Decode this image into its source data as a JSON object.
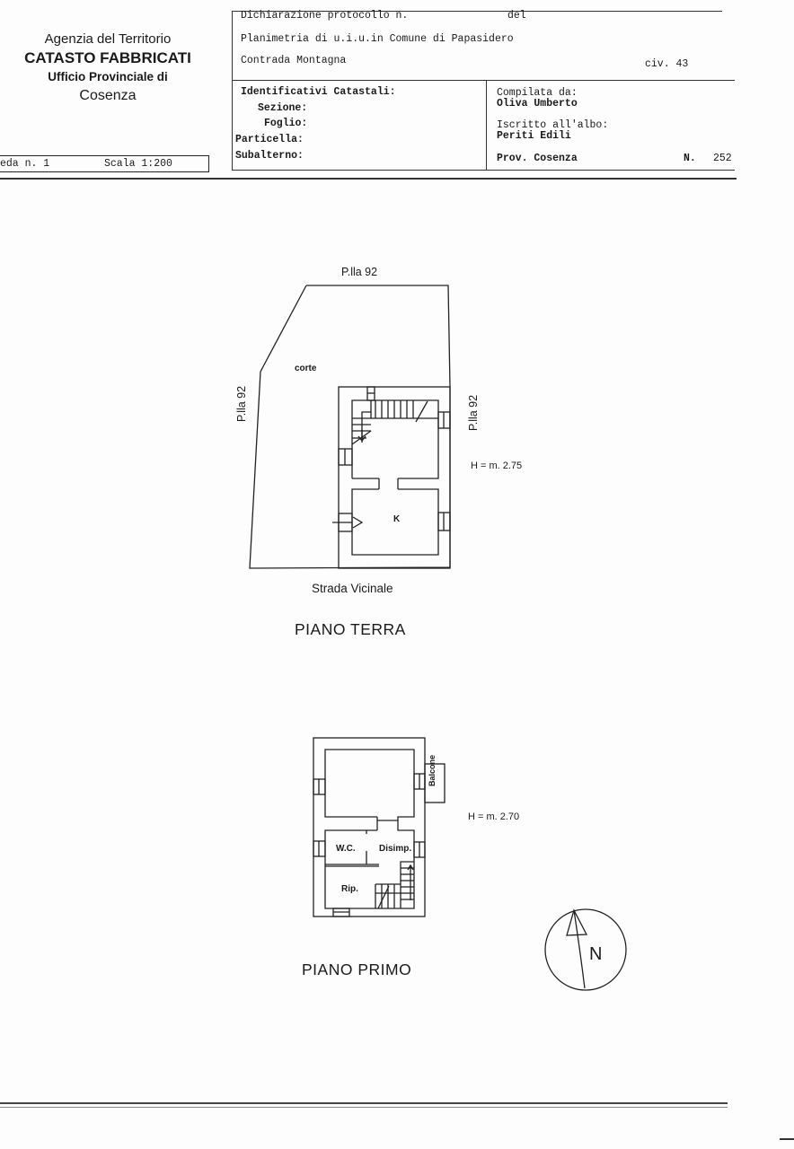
{
  "agency": {
    "line1": "Agenzia del Territorio",
    "line2": "CATASTO FABBRICATI",
    "line3": "Ufficio Provinciale di",
    "line4": "Cosenza"
  },
  "sheet": {
    "scheda": "eda n. 1",
    "scala": "Scala 1:200"
  },
  "header": {
    "dichiarazione": "Dichiarazione protocollo n.",
    "del": "del",
    "planimetria": "Planimetria di u.i.u.in Comune di Papasidero",
    "indirizzo": "Contrada Montagna",
    "civico": "civ. 43",
    "identificativi_title": "Identificativi Catastali:",
    "sezione_label": "Sezione:",
    "foglio_label": "Foglio:",
    "particella_label": "Particella:",
    "subalterno_label": "Subalterno:",
    "compilata_label": "Compilata da:",
    "compilata_value": "Oliva Umberto",
    "iscritto_label": "Iscritto all'albo:",
    "iscritto_value": "Periti Edili",
    "prov": "Prov. Cosenza",
    "n_label": "N.",
    "n_value": "252"
  },
  "ground_floor": {
    "title": "PIANO TERRA",
    "top_neighbor": "P.lla 92",
    "left_neighbor": "P.lla 92",
    "right_neighbor": "P.lla 92",
    "courtyard": "corte",
    "road": "Strada Vicinale",
    "kitchen": "K",
    "height": "H = m. 2.75"
  },
  "first_floor": {
    "title": "PIANO PRIMO",
    "balcony": "Balcone",
    "wc": "W.C.",
    "disimpegno": "Disimp.",
    "ripostiglio": "Rip.",
    "height": "H = m. 2.70"
  },
  "north_arrow": {
    "label": "N"
  }
}
